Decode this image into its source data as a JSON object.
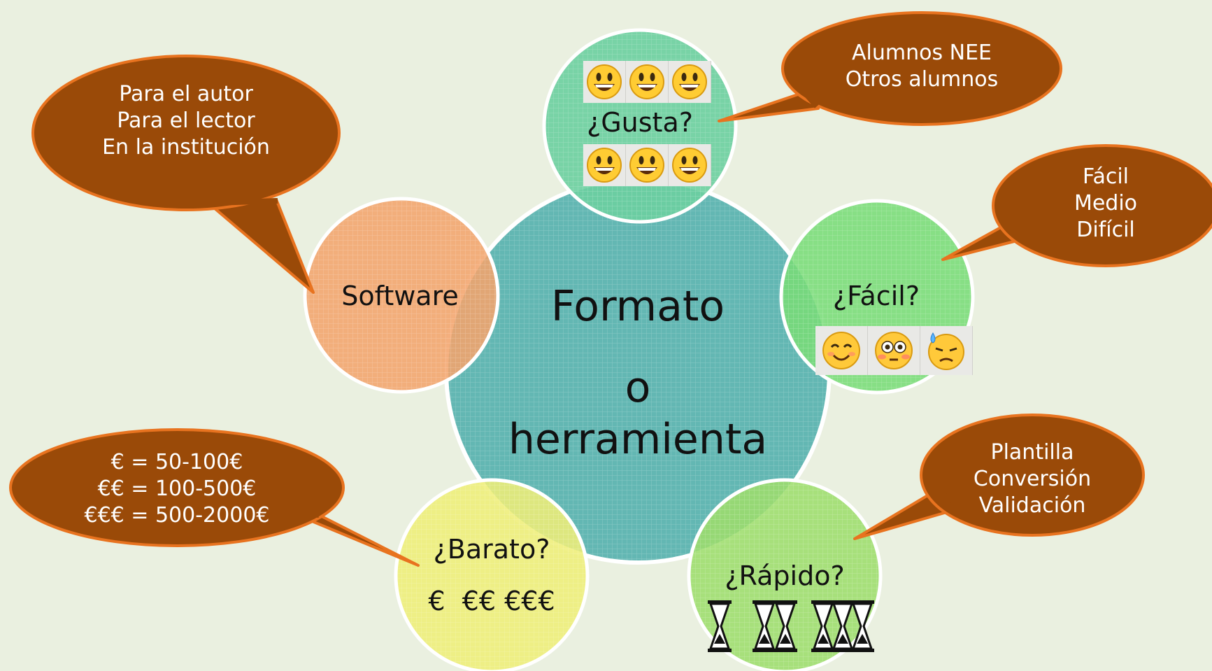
{
  "center": {
    "line1": "Formato",
    "line2": "o",
    "line3": "herramienta"
  },
  "nodes": {
    "software": {
      "label": "Software"
    },
    "gusta": {
      "label": "¿Gusta?"
    },
    "facil": {
      "label": "¿Fácil?"
    },
    "rapido": {
      "label": "¿Rápido?"
    },
    "barato": {
      "label": "¿Barato?",
      "prices": "€  €€ €€€"
    }
  },
  "callouts": {
    "software": {
      "lines": [
        "Para el autor",
        "Para el lector",
        "En la institución"
      ]
    },
    "gusta": {
      "lines": [
        "Alumnos NEE",
        "Otros alumnos"
      ]
    },
    "facil": {
      "lines": [
        "Fácil",
        "Medio",
        "Difícil"
      ]
    },
    "rapido": {
      "lines": [
        "Plantilla",
        "Conversión",
        "Validación"
      ]
    },
    "barato": {
      "lines": [
        "€ = 50-100€",
        "€€ = 100-500€",
        "€€€ = 500-2000€"
      ]
    }
  },
  "icons": {
    "gusta_top": [
      "grinning-face-icon",
      "grinning-face-icon",
      "grinning-face-icon"
    ],
    "gusta_bottom": [
      "grinning-face-icon",
      "grinning-face-icon",
      "grinning-face-icon"
    ],
    "facil": [
      "smiling-face-icon",
      "flushed-face-icon",
      "downcast-sweat-face-icon"
    ],
    "rapido": [
      "hourglass-icon",
      "hourglass-icon",
      "hourglass-icon",
      "hourglass-icon",
      "hourglass-icon",
      "hourglass-icon"
    ]
  },
  "colors": {
    "center": "#5fb9b4",
    "software": "#f2a66e",
    "gusta": "#6fd0a3",
    "facil": "#7ddf7a",
    "rapido": "#9de06a",
    "barato": "#eef07a",
    "callout": "#9a4a08",
    "callout_border": "#e8731f"
  }
}
